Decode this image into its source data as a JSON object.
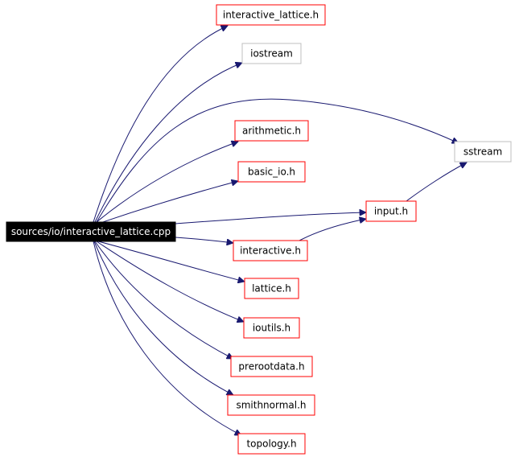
{
  "graph": {
    "colors": {
      "edge": "#191970",
      "node_border_linked": "#ff0000",
      "node_border_plain": "#bfbfbf",
      "root_fill": "#000000",
      "root_text": "#ffffff"
    },
    "nodes": [
      {
        "id": "root",
        "label": "sources/io/interactive_lattice.cpp",
        "kind": "root"
      },
      {
        "id": "interactive_lattice_h",
        "label": "interactive_lattice.h",
        "kind": "linked"
      },
      {
        "id": "iostream",
        "label": "iostream",
        "kind": "plain"
      },
      {
        "id": "sstream",
        "label": "sstream",
        "kind": "plain"
      },
      {
        "id": "arithmetic_h",
        "label": "arithmetic.h",
        "kind": "linked"
      },
      {
        "id": "basic_io_h",
        "label": "basic_io.h",
        "kind": "linked"
      },
      {
        "id": "input_h",
        "label": "input.h",
        "kind": "linked"
      },
      {
        "id": "interactive_h",
        "label": "interactive.h",
        "kind": "linked"
      },
      {
        "id": "lattice_h",
        "label": "lattice.h",
        "kind": "linked"
      },
      {
        "id": "ioutils_h",
        "label": "ioutils.h",
        "kind": "linked"
      },
      {
        "id": "prerootdata_h",
        "label": "prerootdata.h",
        "kind": "linked"
      },
      {
        "id": "smithnormal_h",
        "label": "smithnormal.h",
        "kind": "linked"
      },
      {
        "id": "topology_h",
        "label": "topology.h",
        "kind": "linked"
      }
    ],
    "edges": [
      {
        "from": "root",
        "to": "interactive_lattice_h"
      },
      {
        "from": "root",
        "to": "iostream"
      },
      {
        "from": "root",
        "to": "sstream"
      },
      {
        "from": "root",
        "to": "arithmetic_h"
      },
      {
        "from": "root",
        "to": "basic_io_h"
      },
      {
        "from": "root",
        "to": "input_h"
      },
      {
        "from": "root",
        "to": "interactive_h"
      },
      {
        "from": "root",
        "to": "lattice_h"
      },
      {
        "from": "root",
        "to": "ioutils_h"
      },
      {
        "from": "root",
        "to": "prerootdata_h"
      },
      {
        "from": "root",
        "to": "smithnormal_h"
      },
      {
        "from": "root",
        "to": "topology_h"
      },
      {
        "from": "input_h",
        "to": "sstream"
      },
      {
        "from": "interactive_h",
        "to": "input_h"
      }
    ]
  }
}
